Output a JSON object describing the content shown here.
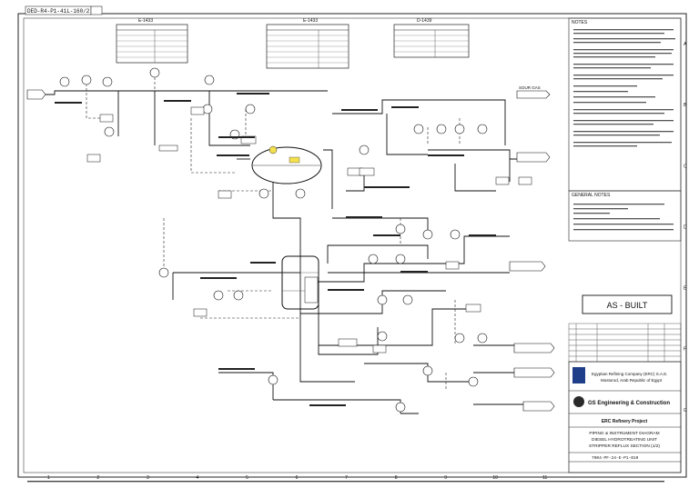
{
  "drawing": {
    "doc_code": "DED-R4-P1-41L-160/2"
  },
  "equipment": {
    "condenser_1_tag": "E-1433",
    "condenser_2_tag": "E-1433",
    "drum_tag": "D-1439"
  },
  "flags": {
    "gas_outlet": "SOUR GAS"
  },
  "title_block": {
    "as_built": "AS - BUILT",
    "owner_line1": "Egyptian Refining Company (ERC) S.A.E.",
    "owner_line2": "Mostorod, Arab Republic of Egypt",
    "contractor": "GS Engineering & Construction",
    "project": "ERC Refinery Project",
    "title1": "PIPING & INSTRUMENT DIAGRAM",
    "title2": "DIESEL HYDROTREATING UNIT",
    "title3": "STRIPPER REFLUX SECTION (1/2)",
    "dwg_no": "7904-PF-24-E-P1-010"
  },
  "notes": {
    "heading": "NOTES",
    "general_heading": "GENERAL NOTES"
  },
  "border": {
    "cols": [
      "1",
      "2",
      "3",
      "4",
      "5",
      "6",
      "7",
      "8",
      "9",
      "10",
      "11"
    ],
    "rows": [
      "A",
      "B",
      "C",
      "D",
      "E",
      "F",
      "G"
    ]
  }
}
